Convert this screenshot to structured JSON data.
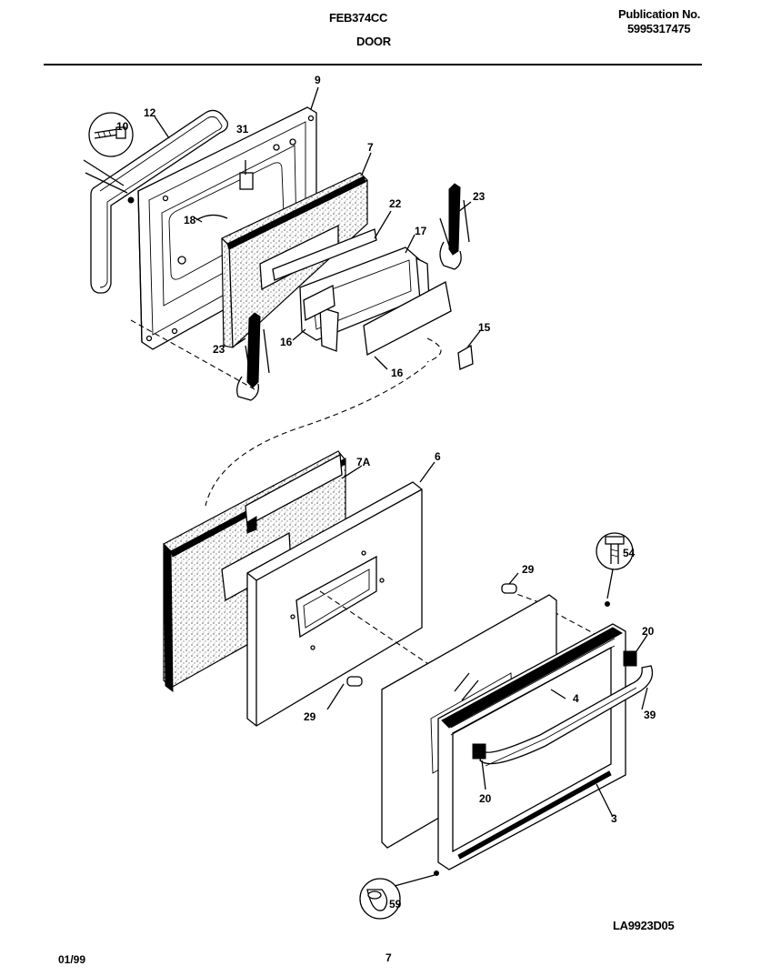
{
  "header": {
    "model": "FEB374CC",
    "section": "DOOR",
    "publication_label": "Publication No.",
    "publication_number": "5995317475"
  },
  "footer": {
    "drawing_code": "LA9923D05",
    "date": "01/99",
    "page_number": "7"
  },
  "callouts": {
    "c9": "9",
    "c12": "12",
    "c10": "10",
    "c31": "31",
    "c7": "7",
    "c18": "18",
    "c22": "22",
    "c17": "17",
    "c23a": "23",
    "c23b": "23",
    "c16a": "16",
    "c16b": "16",
    "c15": "15",
    "c7a": "7A",
    "c6": "6",
    "c29a": "29",
    "c29b": "29",
    "c54": "54",
    "c20a": "20",
    "c20b": "20",
    "c4": "4",
    "c39": "39",
    "c3": "3",
    "c59": "59"
  }
}
